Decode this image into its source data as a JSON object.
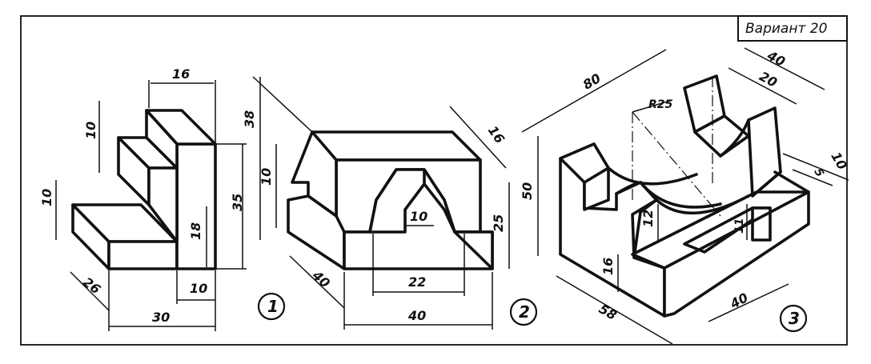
{
  "variant_label": "Вариант 20",
  "figures": [
    {
      "number": "1",
      "dimensions": [
        "16",
        "10",
        "10",
        "35",
        "18",
        "26",
        "10",
        "30"
      ]
    },
    {
      "number": "2",
      "dimensions": [
        "38",
        "10",
        "16",
        "10",
        "25",
        "40",
        "22",
        "40"
      ]
    },
    {
      "number": "3",
      "dimensions": [
        "80",
        "40",
        "20",
        "R25",
        "50",
        "10",
        "5",
        "12",
        "11",
        "16",
        "58",
        "40"
      ]
    }
  ]
}
